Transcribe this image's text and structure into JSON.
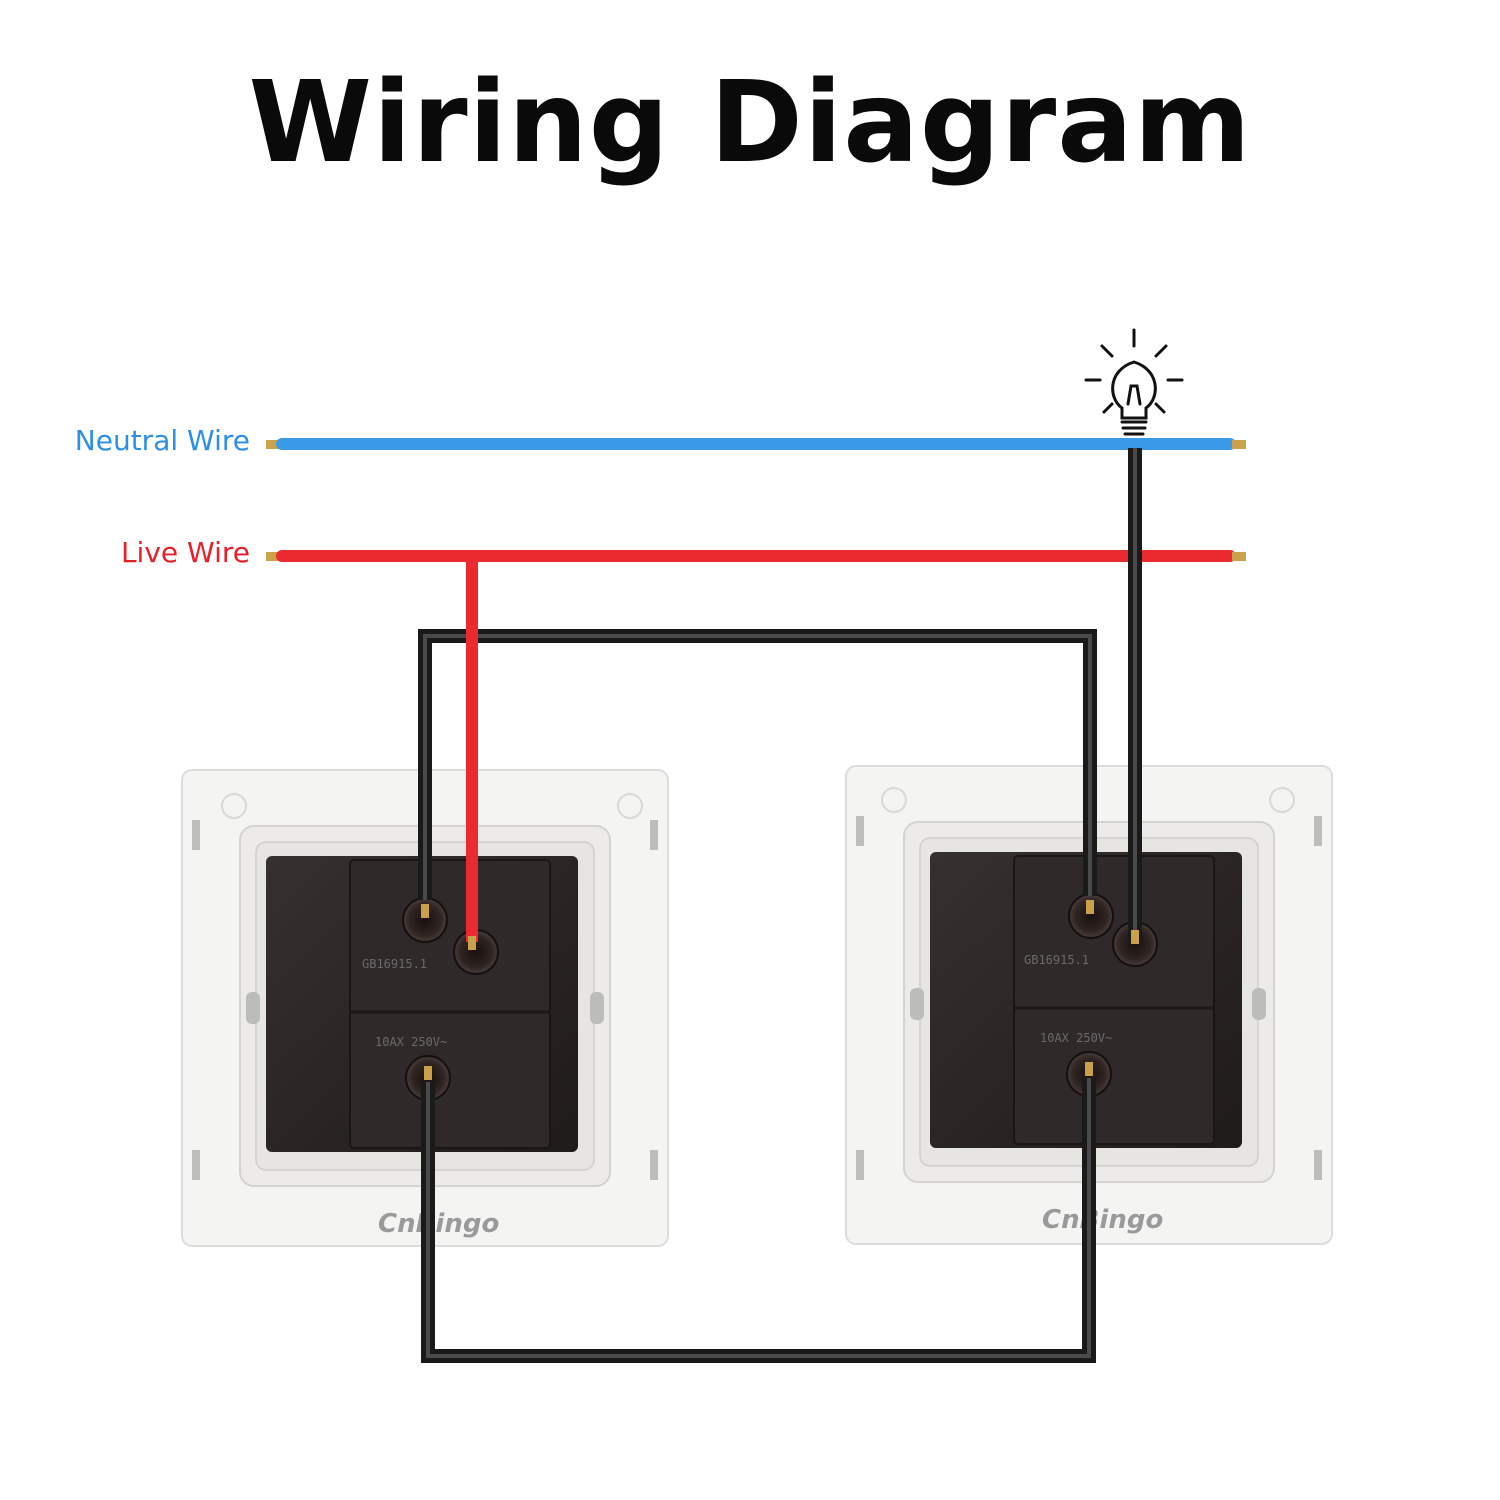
{
  "title": "Wiring Diagram",
  "wires": {
    "neutral_label": "Neutral Wire",
    "live_label": "Live Wire"
  },
  "switches": [
    {
      "brand": "CnBingo",
      "standard": "GB16915.1",
      "rating": "10AX 250V~"
    },
    {
      "brand": "CnBingo",
      "standard": "GB16915.1",
      "rating": "10AX 250V~"
    }
  ],
  "colors": {
    "neutral": "#3a9ae8",
    "live": "#ea2a2e",
    "switch_wire": "#1a1a1a",
    "switch_body": "#2b2726",
    "plate": "#f4f4f2"
  },
  "icons": [
    "light-bulb-icon"
  ]
}
